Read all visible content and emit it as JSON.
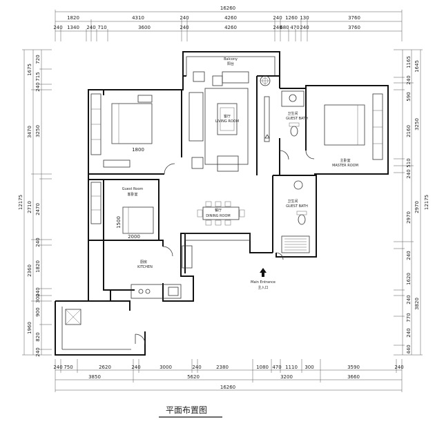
{
  "title": "平面布置图",
  "dimensions": {
    "top_total": "16260",
    "top_row1": [
      "1820",
      "4310",
      "240",
      "4260",
      "240",
      "1260",
      "130",
      "3760"
    ],
    "top_row2": [
      "240",
      "1340",
      "240",
      "710",
      "3600",
      "240",
      "4260",
      "240",
      "680",
      "470",
      "240",
      "3760"
    ],
    "bottom_row1": [
      "240",
      "750",
      "2620",
      "240",
      "3000",
      "240",
      "2380",
      "1080",
      "470",
      "1110",
      "300",
      "3590",
      "240"
    ],
    "bottom_row2": [
      "3850",
      "5620",
      "3200",
      "3660"
    ],
    "bottom_total": "16260",
    "left_total": "12175",
    "left_outer": [
      "1675",
      "3470",
      "2710",
      "2360",
      "1960"
    ],
    "left_inner": [
      "720",
      "715",
      "240",
      "3250",
      "2470",
      "240",
      "1820",
      "240",
      "300",
      "900",
      "820",
      "240"
    ],
    "right_total": "12175",
    "right_outer": [
      "1645",
      "3250",
      "2970",
      "3820"
    ],
    "right_inner": [
      "1165",
      "240",
      "590",
      "2160",
      "510",
      "240",
      "2970",
      "240",
      "1620",
      "240",
      "770",
      "240",
      "440"
    ]
  },
  "rooms": {
    "balcony_en": "Balcony",
    "balcony_cn": "阳台",
    "living_cn": "客厅",
    "living_en": "LIVING ROOM",
    "bedroom_size": "1800",
    "guest_bath_cn": "卫生间",
    "guest_bath_en": "GUEST BATH",
    "master_cn": "主卧室",
    "master_en": "MASTER ROOM",
    "guest_room_en": "Guest Room",
    "guest_room_cn": "客卧室",
    "guest_bed_w": "1500",
    "guest_bed_l": "2000",
    "dining_cn": "餐厅",
    "dining_en": "DINING ROOM",
    "bath2_cn": "卫生间",
    "bath2_en": "GUEST BATH",
    "kitchen_cn": "厨房",
    "kitchen_en": "KITCHEN",
    "entrance_en": "Main Entrance",
    "entrance_cn": "主入口"
  }
}
